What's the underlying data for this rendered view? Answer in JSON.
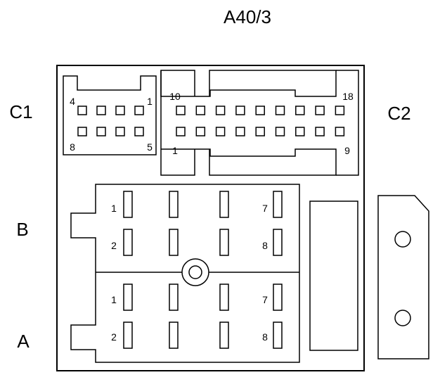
{
  "title": "A40/3",
  "labels": {
    "c1": "C1",
    "c2": "C2",
    "b": "B",
    "a": "A"
  },
  "c1_pins": {
    "top_left": "4",
    "top_right": "1",
    "bottom_left": "8",
    "bottom_right": "5"
  },
  "c2_pins": {
    "top_left": "10",
    "top_right": "18",
    "bottom_left": "1",
    "bottom_right": "9"
  },
  "b_pins": {
    "top_left": "1",
    "bottom_left": "2",
    "top_right": "7",
    "bottom_right": "8"
  },
  "a_pins": {
    "top_left": "1",
    "bottom_left": "2",
    "top_right": "7",
    "bottom_right": "8"
  },
  "colors": {
    "line": "#000000",
    "background": "#ffffff"
  }
}
